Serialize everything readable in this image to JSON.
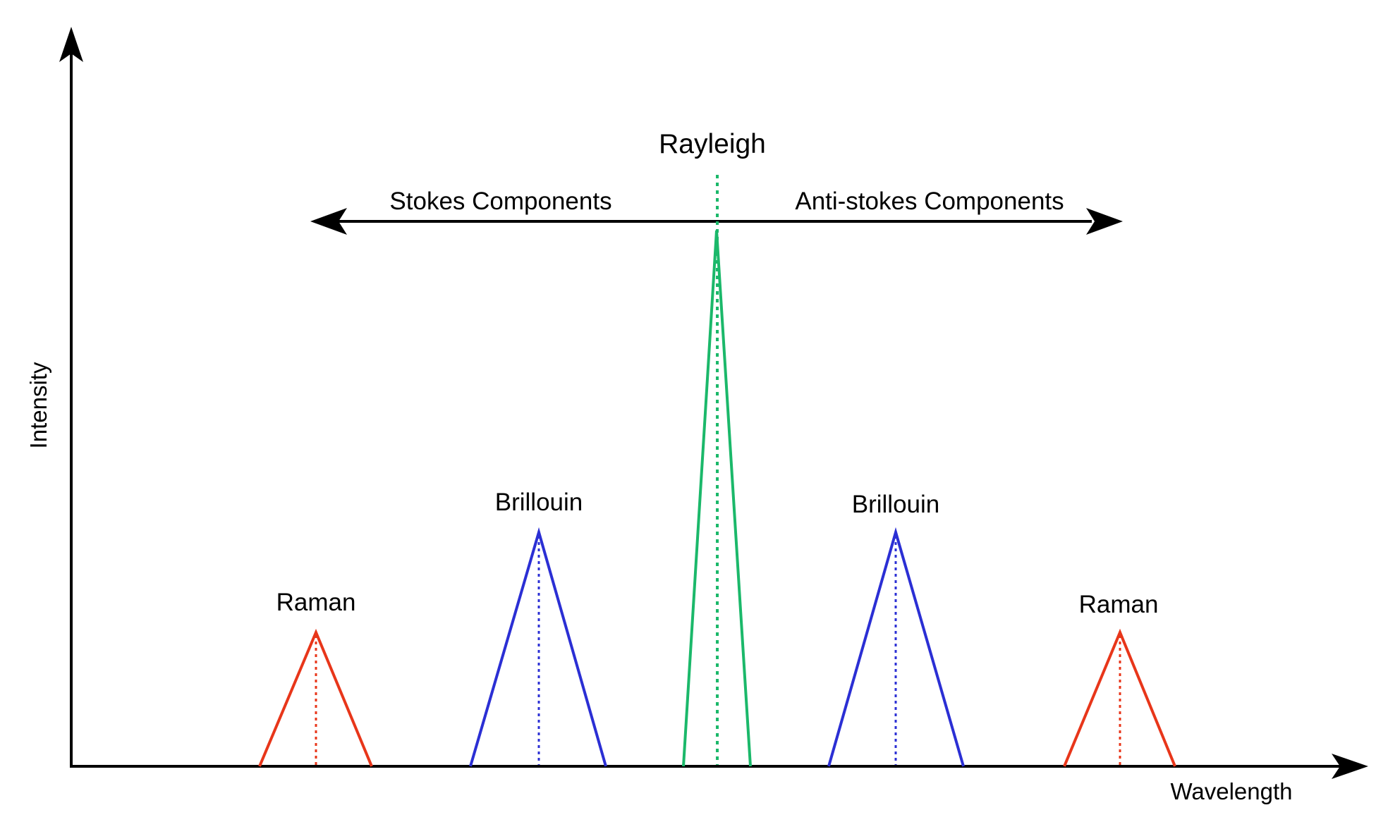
{
  "title": "Rayleigh",
  "left_label": "Stokes Components",
  "right_label": "Anti-stokes Components",
  "x_axis_label": "Wavelength",
  "y_axis_label": "Intensity",
  "peaks": [
    {
      "label": "Raman",
      "color": "#e8361a",
      "relative_height": 0.23,
      "side": "stokes"
    },
    {
      "label": "Brillouin",
      "color": "#2b2fd4",
      "relative_height": 0.4,
      "side": "stokes"
    },
    {
      "label": "",
      "color": "#1bb86a",
      "relative_height": 0.92,
      "side": "center"
    },
    {
      "label": "Brillouin",
      "color": "#2b2fd4",
      "relative_height": 0.4,
      "side": "anti-stokes"
    },
    {
      "label": "Raman",
      "color": "#e8361a",
      "relative_height": 0.23,
      "side": "anti-stokes"
    }
  ],
  "colors": {
    "axis": "#000000",
    "raman": "#e8361a",
    "brillouin": "#2b2fd4",
    "rayleigh": "#1bb86a"
  }
}
